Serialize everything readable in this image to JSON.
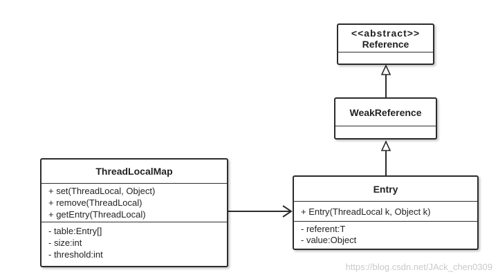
{
  "reference": {
    "stereotype": "<<abstract>>",
    "name": "Reference"
  },
  "weak_reference": {
    "name": "WeakReference"
  },
  "entry": {
    "name": "Entry",
    "methods": [
      "+ Entry(ThreadLocal k, Object k)"
    ],
    "fields": [
      "- referent:T",
      "- value:Object"
    ]
  },
  "thread_local_map": {
    "name": "ThreadLocalMap",
    "methods": [
      "+ set(ThreadLocal, Object)",
      "+ remove(ThreadLocal)",
      "+ getEntry(ThreadLocal)"
    ],
    "fields": [
      "- table:Entry[]",
      "- size:int",
      "- threshold:int"
    ]
  },
  "watermark": "https://blog.csdn.net/JAck_chen0309"
}
